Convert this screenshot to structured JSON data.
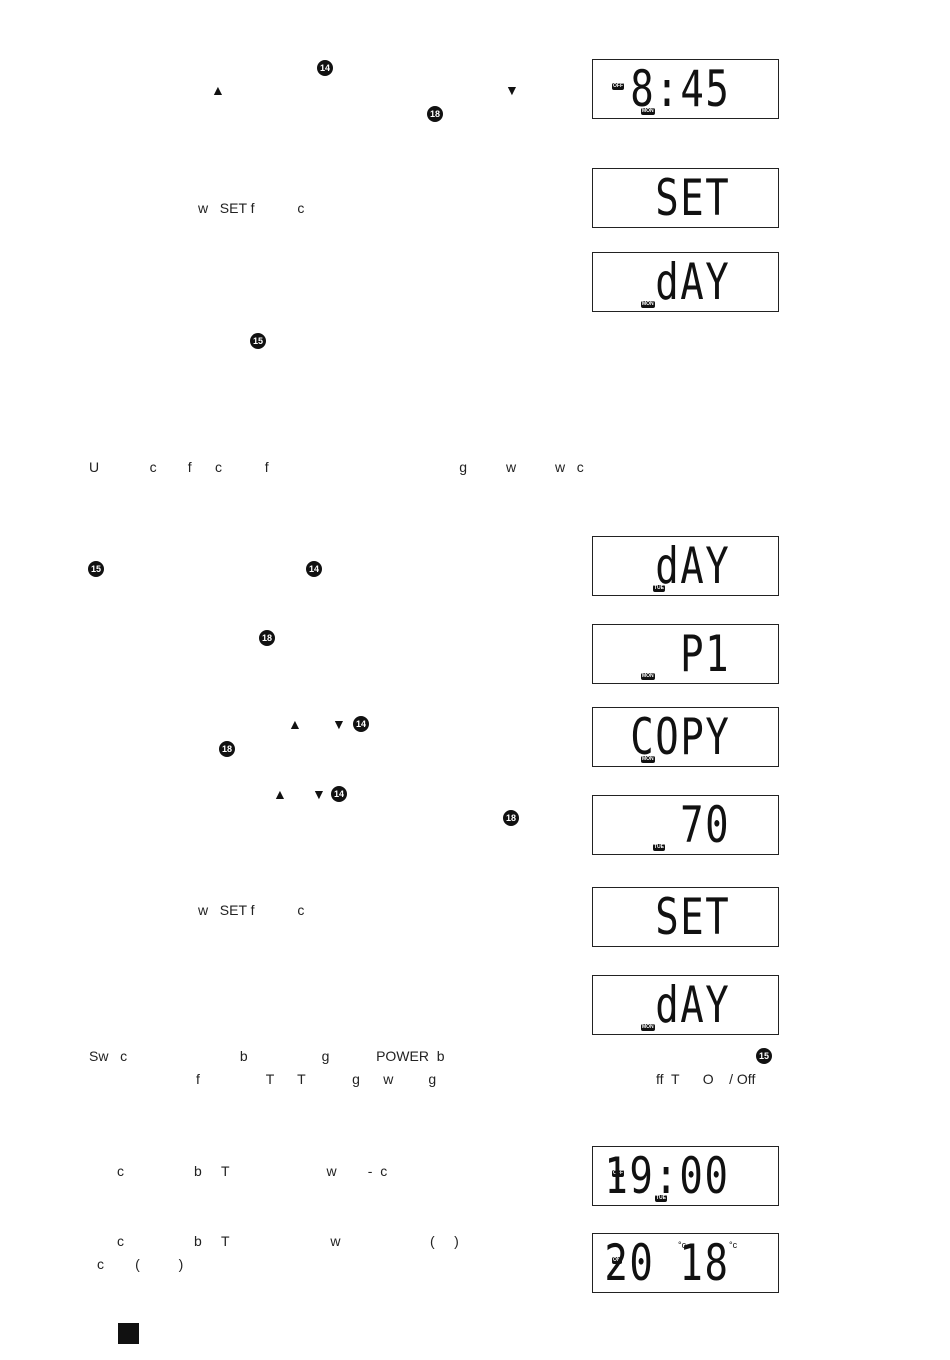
{
  "text_fragments": [
    {
      "id": "f1",
      "text": "w   SET f           c"
    },
    {
      "id": "f2",
      "text": "U             c        f      c           f                                                 g          w          w   c"
    },
    {
      "id": "f3",
      "text": "w   SET f           c"
    },
    {
      "id": "f4",
      "text": "Sw   c                             b                   g            POWER  b"
    },
    {
      "id": "f5",
      "text": "ff  T      O    / Off"
    },
    {
      "id": "f6",
      "text": "f                 T      T            g      w         g"
    },
    {
      "id": "f7",
      "text": "c                  b     T                         w        -  c"
    },
    {
      "id": "f8",
      "text": "c                  b     T                          w                       (     )"
    },
    {
      "id": "f9",
      "text": "c        (          )"
    }
  ],
  "markers": {
    "m14": "14",
    "m15": "15",
    "m18": "18"
  },
  "arrows": {
    "up": "▲",
    "down": "▼"
  },
  "lcd_displays": [
    {
      "id": "lcd-1",
      "digits": "8:45",
      "state": "OFF",
      "day": "MON"
    },
    {
      "id": "lcd-2",
      "digits": "SET",
      "state": "",
      "day": ""
    },
    {
      "id": "lcd-3",
      "digits": "dAY",
      "state": "",
      "day": "MON"
    },
    {
      "id": "lcd-4",
      "digits": "dAY",
      "state": "",
      "day": "TUE"
    },
    {
      "id": "lcd-5",
      "digits": "P1",
      "state": "",
      "day": "MON"
    },
    {
      "id": "lcd-6",
      "digits": "COPY",
      "state": "",
      "day": "MON"
    },
    {
      "id": "lcd-7",
      "digits": "70",
      "state": "",
      "day": "TUE"
    },
    {
      "id": "lcd-8",
      "digits": "SET",
      "state": "",
      "day": ""
    },
    {
      "id": "lcd-9",
      "digits": "dAY",
      "state": "",
      "day": "MON"
    },
    {
      "id": "lcd-10",
      "digits": "19:00",
      "state": "OFF",
      "day": "TUE"
    },
    {
      "id": "lcd-11",
      "digits": "20 18",
      "state": "ON",
      "day": "",
      "unit": "°c"
    }
  ],
  "colors": {
    "ink": "#111111",
    "background": "#ffffff"
  }
}
